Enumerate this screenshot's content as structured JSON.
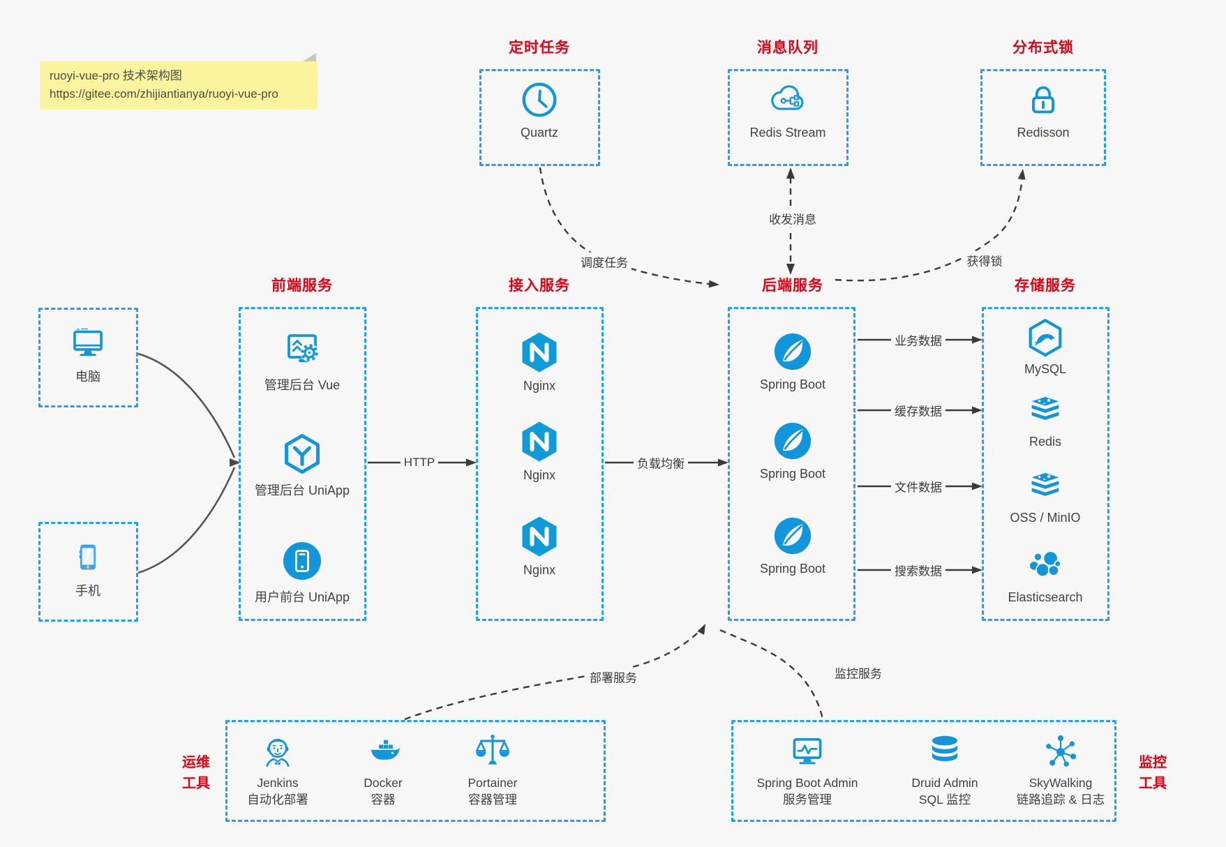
{
  "note": {
    "line1": "ruoyi-vue-pro 技术架构图",
    "line2": "https://gitee.com/zhijiantianya/ruoyi-vue-pro"
  },
  "colors": {
    "accent_blue": "#1e9fff",
    "icon_blue": "#1296db",
    "title_red": "#e60012",
    "note_yellow": "#fbf49e",
    "arrow_dark": "#3a3a3a"
  },
  "groups": {
    "scheduled": {
      "title": "定时任务",
      "item": {
        "label": "Quartz",
        "icon": "clock-icon"
      }
    },
    "mq": {
      "title": "消息队列",
      "item": {
        "label": "Redis Stream",
        "icon": "cloud-network-icon"
      }
    },
    "lock": {
      "title": "分布式锁",
      "item": {
        "label": "Redisson",
        "icon": "lock-icon"
      }
    },
    "clients": {
      "items": [
        {
          "label": "电脑",
          "icon": "desktop-icon"
        },
        {
          "label": "手机",
          "icon": "mobile-icon"
        }
      ]
    },
    "frontend": {
      "title": "前端服务",
      "items": [
        {
          "label": "管理后台 Vue",
          "icon": "admin-vue-icon"
        },
        {
          "label": "管理后台 UniApp",
          "icon": "uniapp-hexagon-icon"
        },
        {
          "label": "用户前台 UniApp",
          "icon": "user-app-icon"
        }
      ]
    },
    "gateway": {
      "title": "接入服务",
      "items": [
        {
          "label": "Nginx",
          "icon": "nginx-icon"
        },
        {
          "label": "Nginx",
          "icon": "nginx-icon"
        },
        {
          "label": "Nginx",
          "icon": "nginx-icon"
        }
      ]
    },
    "backend": {
      "title": "后端服务",
      "items": [
        {
          "label": "Spring Boot",
          "icon": "spring-leaf-icon"
        },
        {
          "label": "Spring Boot",
          "icon": "spring-leaf-icon"
        },
        {
          "label": "Spring Boot",
          "icon": "spring-leaf-icon"
        }
      ]
    },
    "storage": {
      "title": "存储服务",
      "items": [
        {
          "label": "MySQL",
          "icon": "mysql-dolphin-icon"
        },
        {
          "label": "Redis",
          "icon": "redis-stack-icon"
        },
        {
          "label": "OSS / MinIO",
          "icon": "storage-stack-icon"
        },
        {
          "label": "Elasticsearch",
          "icon": "elasticsearch-icon"
        }
      ]
    },
    "ops": {
      "side_title_line1": "运维",
      "side_title_line2": "工具",
      "items": [
        {
          "name": "Jenkins",
          "desc": "自动化部署",
          "icon": "jenkins-icon"
        },
        {
          "name": "Docker",
          "desc": "容器",
          "icon": "docker-whale-icon"
        },
        {
          "name": "Portainer",
          "desc": "容器管理",
          "icon": "scales-icon"
        }
      ]
    },
    "monitoring": {
      "side_title_line1": "监控",
      "side_title_line2": "工具",
      "items": [
        {
          "name": "Spring Boot Admin",
          "desc": "服务管理",
          "icon": "monitor-chart-icon"
        },
        {
          "name": "Druid Admin",
          "desc": "SQL 监控",
          "icon": "database-icon"
        },
        {
          "name": "SkyWalking",
          "desc": "链路追踪 & 日志",
          "icon": "topology-icon"
        }
      ]
    }
  },
  "edges": {
    "http": "HTTP",
    "load_balance": "负载均衡",
    "schedule": "调度任务",
    "exchange_messages": "收发消息",
    "acquire_lock": "获得锁",
    "business_data": "业务数据",
    "cache_data": "缓存数据",
    "file_data": "文件数据",
    "search_data": "搜索数据",
    "deploy": "部署服务",
    "monitor": "监控服务"
  }
}
